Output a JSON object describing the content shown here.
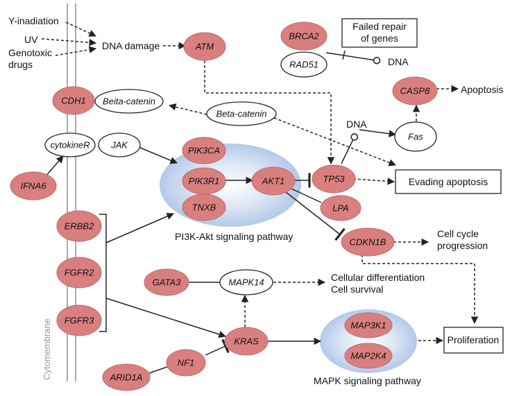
{
  "membrane_label": "Cytomembrane",
  "stimuli": {
    "radiation": "Y-inadiation",
    "uv": "UV",
    "genotoxic_line1": "Genotoxic",
    "genotoxic_line2": "drugs"
  },
  "labels": {
    "dna_damage": "DNA damage",
    "failed_repair_line1": "Failed repair",
    "failed_repair_line2": "of genes",
    "dna_top": "DNA",
    "dna_mid": "DNA",
    "apoptosis": "Apoptosis",
    "evading_apoptosis": "Evading apoptosis",
    "pi3k_pathway": "PI3K-Akt signaling pathway",
    "cell_cycle_line1": "Cell cycle",
    "cell_cycle_line2": "progression",
    "cell_diff_line1": "Cellular differentiation",
    "cell_diff_line2": "Cell survival",
    "proliferation": "Proliferation",
    "mapk_pathway": "MAPK signaling pathway"
  },
  "mutated_genes": {
    "atm": "ATM",
    "brca2": "BRCA2",
    "cdh1": "CDH1",
    "casp8": "CASP8",
    "ifna6": "IFNA6",
    "pik3ca": "PIK3CA",
    "pik3r1": "PIK3R1",
    "tnxb": "TNXB",
    "akt1": "AKT1",
    "tp53": "TP53",
    "lpa": "LPA",
    "erbb2": "ERBB2",
    "fgfr2": "FGFR2",
    "fgfr3": "FGFR3",
    "cdkn1b": "CDKN1B",
    "gata3": "GATA3",
    "kras": "KRAS",
    "map3k1": "MAP3K1",
    "map2k4": "MAP2K4",
    "nf1": "NF1",
    "arid1a": "ARID1A"
  },
  "other_genes": {
    "rad51": "RAD51",
    "beta_catenin_left": "Beita-catenin",
    "beta_catenin_right": "Beta-catenin",
    "cytokine_r": "cytokineR",
    "jak": "JAK",
    "fas": "Fas",
    "mapk14": "MAPK14"
  },
  "colors": {
    "mutated_fill": "#d9807f",
    "mutated_stroke": "#b86a6a",
    "pathway_blob": "#bcd0ea",
    "membrane": "#aaaaaa",
    "line": "#222222"
  }
}
